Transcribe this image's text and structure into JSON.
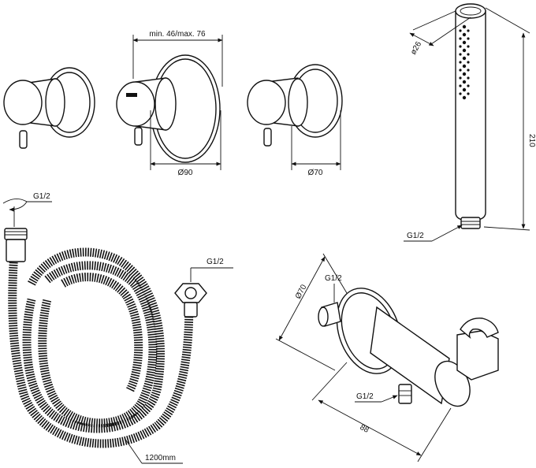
{
  "dimensions": {
    "valve_range": "min. 46/max. 76",
    "rosette_large_dia": "Ø90",
    "rosette_small_dia": "Ø70",
    "shower_head_dia": "ø26",
    "shower_head_length": "210",
    "shower_head_thread": "G1/2",
    "hose_thread_left": "G1/2",
    "hose_thread_right": "G1/2",
    "hose_length": "1200mm",
    "elbow_dia": "Ø70",
    "elbow_inlet_thread": "G1/2",
    "elbow_outlet_thread": "G1/2",
    "elbow_depth": "88"
  }
}
